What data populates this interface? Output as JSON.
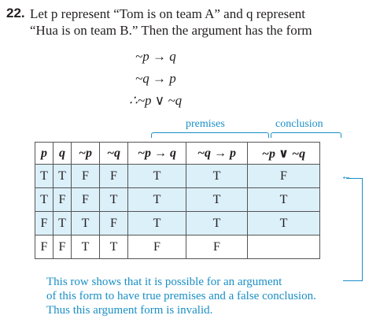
{
  "problem": {
    "number": "22.",
    "line1": "Let p represent “Tom is on team A” and q represent",
    "line2": "“Hua is on team B.” Then the argument has the form"
  },
  "argument_form": {
    "premise1": "~p → q",
    "premise2": "~q → p",
    "conclusion": "∴~p ∨ ~q"
  },
  "labels": {
    "premises": "premises",
    "conclusion": "conclusion"
  },
  "table": {
    "headers": [
      "p",
      "q",
      "~p",
      "~q",
      "~p → q",
      "~q → p",
      "~p ∨ ~q"
    ],
    "rows": [
      [
        "T",
        "T",
        "F",
        "F",
        "T",
        "T",
        "F"
      ],
      [
        "T",
        "F",
        "F",
        "T",
        "T",
        "T",
        "T"
      ],
      [
        "F",
        "T",
        "T",
        "F",
        "T",
        "T",
        "T"
      ],
      [
        "F",
        "F",
        "T",
        "T",
        "F",
        "F",
        ""
      ]
    ],
    "shaded_rows": [
      0,
      1,
      2
    ],
    "highlight_color": "#dcf0fa"
  },
  "annotation": {
    "line1": "This row shows that it is possible for an argument",
    "line2": "of this form to have true premises and a false conclusion.",
    "line3": "Thus this argument form is invalid.",
    "color": "#1a8fc6"
  }
}
